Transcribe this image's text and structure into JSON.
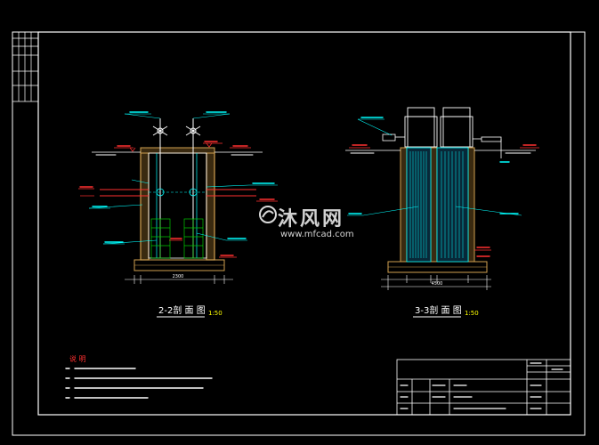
{
  "colors": {
    "background": "#000000",
    "line": "#ffffff",
    "cyan": "#00ffff",
    "red": "#ff3030",
    "yellow": "#ffff00",
    "green": "#00c800",
    "blue": "#4060ff",
    "concrete": "#d0a050"
  },
  "watermark": {
    "brand": "沐风网",
    "url": "www.mfcad.com",
    "icon": "mfcad-logo-icon"
  },
  "section_left": {
    "title": "2-2剖 面 图",
    "scale": "1:50",
    "width_dim": "2300"
  },
  "section_right": {
    "title": "3-3剖 面 图",
    "scale": "1:50",
    "width_dim": "4500"
  },
  "notes": {
    "heading": "说 明"
  }
}
